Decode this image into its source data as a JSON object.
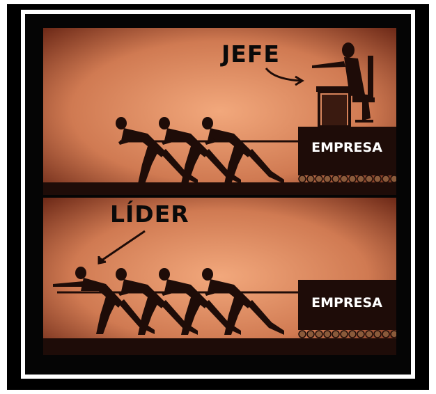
{
  "labels": {
    "top": "JEFE",
    "bottom": "LÍDER"
  },
  "crates": {
    "top": "EMPRESA",
    "bottom": "EMPRESA"
  },
  "colors": {
    "background_center": "#f2a87c",
    "background_edge": "#6e2a18",
    "silhouette": "#1e0c08",
    "frame_black": "#000000",
    "frame_white": "#ffffff"
  }
}
